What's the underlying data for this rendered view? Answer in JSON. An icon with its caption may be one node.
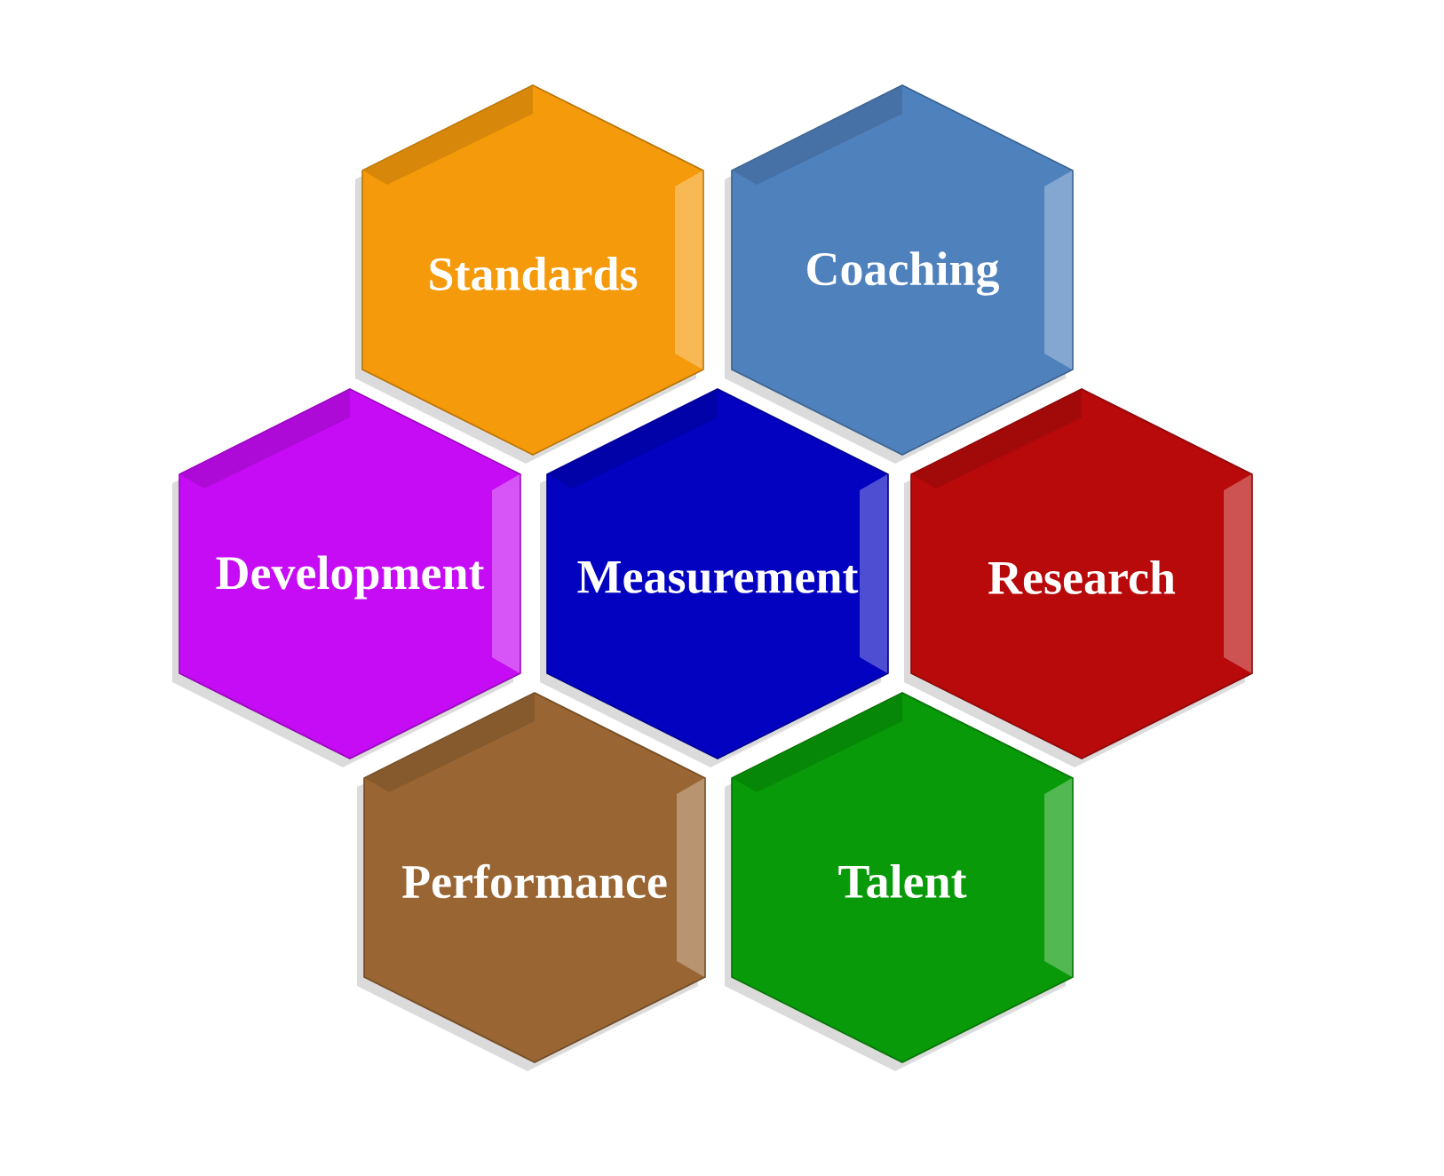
{
  "diagram": {
    "nodes": [
      {
        "text": [
          "Standards"
        ]
      },
      {
        "text": [
          "Coaching"
        ]
      },
      {
        "text": [
          "Development"
        ]
      },
      {
        "text": [
          "Measurement"
        ]
      },
      {
        "text": [
          "Research"
        ]
      },
      {
        "text": [
          "Performance"
        ]
      },
      {
        "text": [
          "Talent"
        ]
      }
    ]
  }
}
